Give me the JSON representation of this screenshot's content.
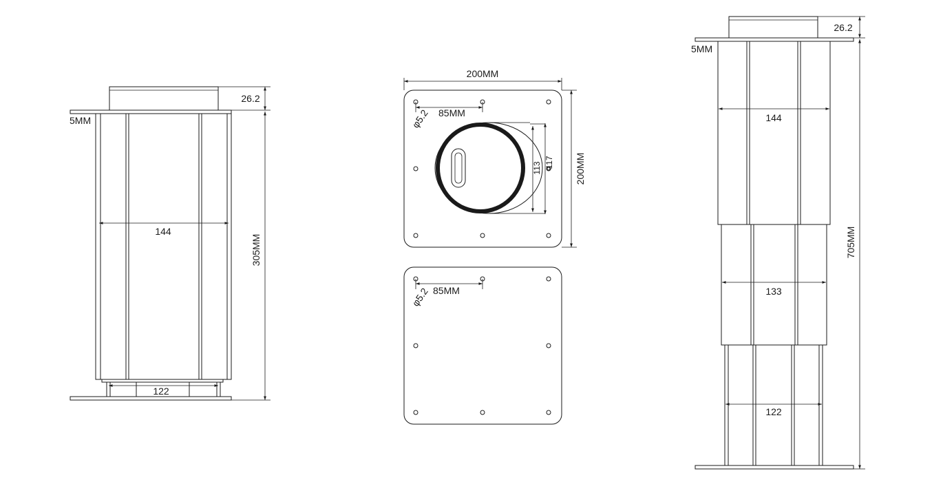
{
  "views": {
    "left": {
      "cap_height": "26.2",
      "plate_thickness": "5MM",
      "column_width": "144",
      "height": "305MM",
      "base_width": "122"
    },
    "top_plate": {
      "width": "200MM",
      "height": "200MM",
      "hole_diameter": "φ5.2",
      "hole_spacing": "85MM",
      "inner_diameter": "113",
      "outer_diameter": "117"
    },
    "bottom_plate": {
      "hole_diameter": "φ5.2",
      "hole_spacing": "85MM"
    },
    "right": {
      "cap_height": "26.2",
      "plate_thickness": "5MM",
      "upper_width": "144",
      "middle_width": "133",
      "lower_width": "122",
      "height": "705MM"
    }
  }
}
